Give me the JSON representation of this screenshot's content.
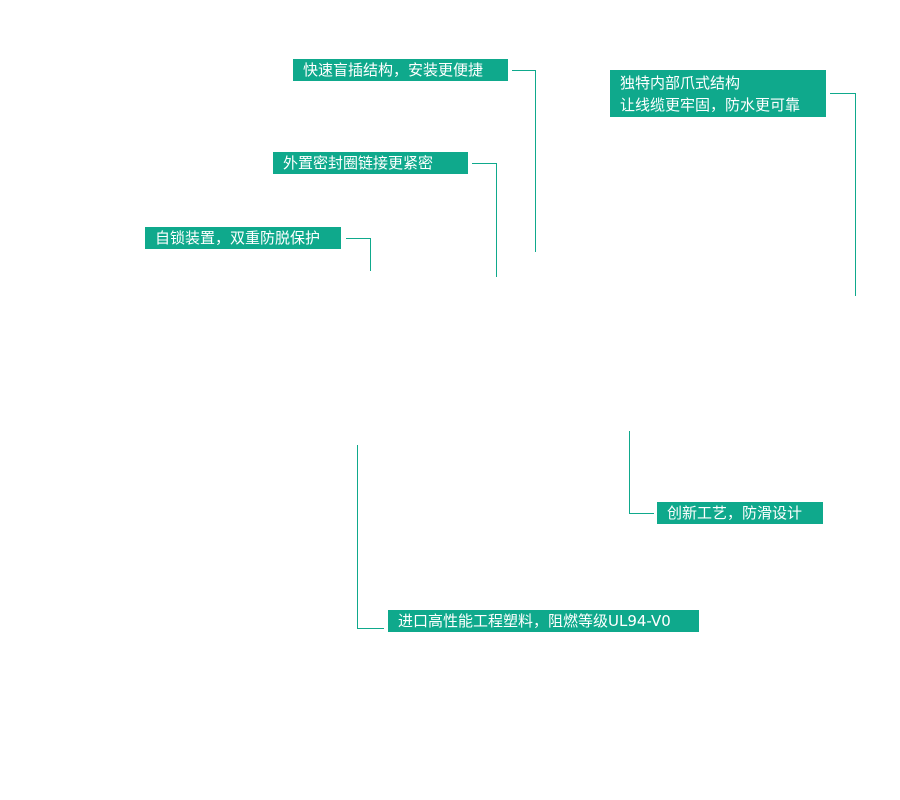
{
  "callouts": {
    "quick_connect": "快速盲插结构，安装更便捷",
    "claw_line1": "独特内部爪式结构",
    "claw_line2": "让线缆更牢固，防水更可靠",
    "seal_ring": "外置密封圈链接更紧密",
    "self_lock": "自锁装置，双重防脱保护",
    "anti_slip": "创新工艺，防滑设计",
    "material": "进口高性能工程塑料，阻燃等级UL94-V0"
  },
  "colors": {
    "accent": "#0fa98c",
    "text_on_accent": "#ffffff",
    "background": "#ffffff"
  }
}
